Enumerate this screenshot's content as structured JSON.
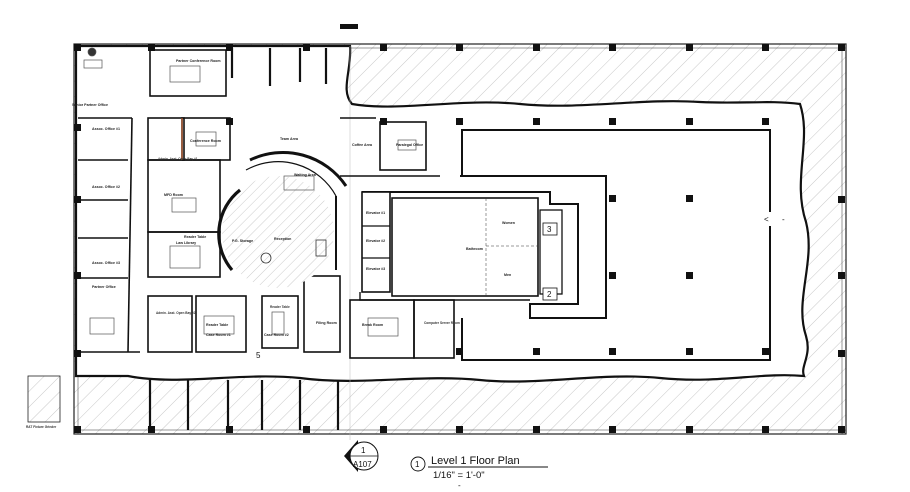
{
  "drawing": {
    "title": "Level 1 Floor Plan",
    "scale": "1/16\" = 1'-0\"",
    "view_number": "1",
    "section_marker": {
      "number": "1",
      "sheet": "A107"
    },
    "side_box_label": "RAT Fixture Grinder"
  },
  "rooms": {
    "senior_partner_office": "Senior Partner Office",
    "assoc_office_1": "Assoc. Office #1",
    "assoc_office_2": "Assoc. Office #2",
    "assoc_office_3": "Assoc. Office #3",
    "partner_office": "Partner Office",
    "partner_conf_room": "Partner Conference Room",
    "conference_room": "Conference Room",
    "admin_asst_open_bay_1": "Admin. Asst. Open Bay #1",
    "admin_asst_open_bay_2": "Admin. Asst. Open Bay #2",
    "mfd_room": "MFD Room",
    "reader_table_1": "Reader Table",
    "reader_table_2": "Reader Table",
    "reader_table_3": "Reader Table",
    "law_library": "Law Library",
    "case_room_1": "Case Room #1",
    "case_room_2": "Case Room #2",
    "reception": "Reception",
    "pg_storage": "P.G. Storage",
    "waiting_area": "Waiting Area",
    "team_area": "Team Area",
    "coffee_area": "Coffee Area",
    "paralegal_office": "Paralegal Office",
    "filing_room": "Filing Room",
    "break_room": "Break Room",
    "computer_server_room": "Computer Server Room",
    "elevator_1": "Elevator #1",
    "elevator_2": "Elevator #2",
    "elevator_3": "Elevator #3",
    "bathroom": "Bathroom",
    "women": "Women",
    "men": "Men"
  },
  "stairs": {
    "stair_2": "2",
    "stair_3": "3",
    "stair_5": "5"
  }
}
